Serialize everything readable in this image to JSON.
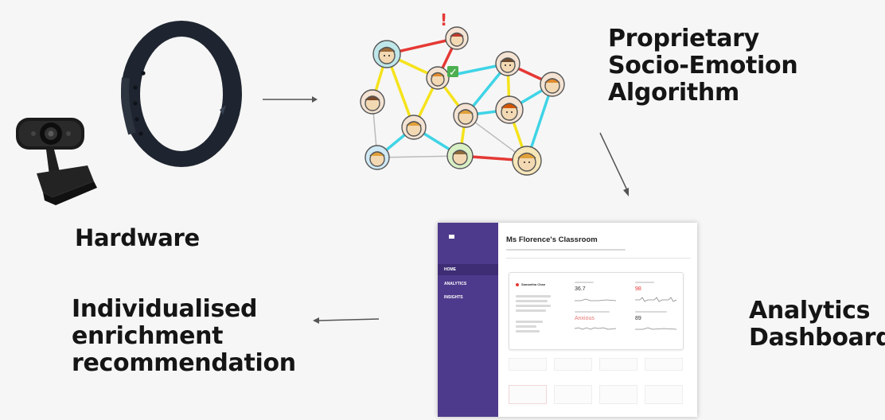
{
  "labels": {
    "hardware": "Hardware",
    "algorithm": "Proprietary\nSocio-Emotion\nAlgorithm",
    "analytics": "Analytics\nDashboard",
    "enrichment": "Individualised\nenrichment\nrecommendation"
  },
  "network_badges": {
    "alert": "!",
    "check": "✓"
  },
  "colors": {
    "background": "#f6f6f6",
    "sidebar": "#4e3a8c",
    "edge_red": "#e53935",
    "edge_yellow": "#f5e31c",
    "edge_cyan": "#3fd4e6",
    "node_fill": "#f3d9b3"
  },
  "dashboard": {
    "title": "Ms Florence's Classroom",
    "nav": [
      "HOME",
      "ANALYTICS",
      "INSIGHTS"
    ],
    "student": "Samantha Chan",
    "temp": "36.7",
    "heart": "98",
    "emotion": "Anxious",
    "activity": "89"
  }
}
